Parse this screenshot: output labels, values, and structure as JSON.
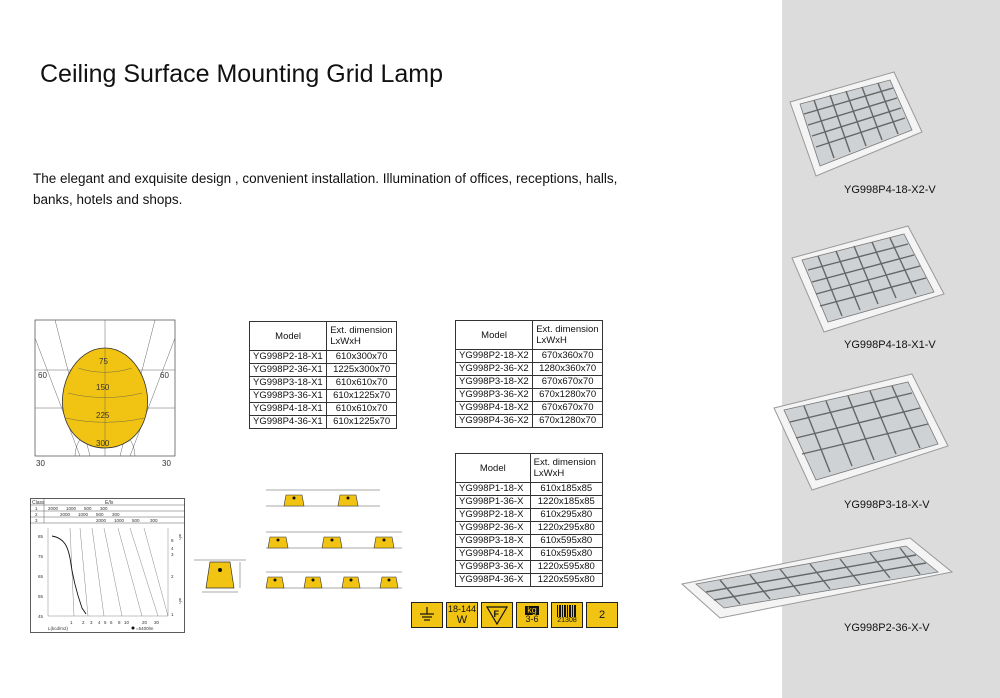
{
  "page": {
    "title": "Ceiling Surface Mounting Grid Lamp",
    "description": "The elegant and exquisite design , convenient installation. Illumination of offices, receptions, halls, banks, hotels and shops."
  },
  "table_x1": {
    "header_model": "Model",
    "header_dim": "Ext. dimension",
    "header_dim_sub": "LxWxH",
    "rows": [
      [
        "YG998P2-18-X1",
        "610x300x70"
      ],
      [
        "YG998P2-36-X1",
        "1225x300x70"
      ],
      [
        "YG998P3-18-X1",
        "610x610x70"
      ],
      [
        "YG998P3-36-X1",
        "610x1225x70"
      ],
      [
        "YG998P4-18-X1",
        "610x610x70"
      ],
      [
        "YG998P4-36-X1",
        "610x1225x70"
      ]
    ]
  },
  "table_x2": {
    "header_model": "Model",
    "header_dim": "Ext. dimension",
    "header_dim_sub": "LxWxH",
    "rows": [
      [
        "YG998P2-18-X2",
        "670x360x70"
      ],
      [
        "YG998P2-36-X2",
        "1280x360x70"
      ],
      [
        "YG998P3-18-X2",
        "670x670x70"
      ],
      [
        "YG998P3-36-X2",
        "670x1280x70"
      ],
      [
        "YG998P4-18-X2",
        "670x670x70"
      ],
      [
        "YG998P4-36-X2",
        "670x1280x70"
      ]
    ]
  },
  "table_x": {
    "header_model": "Model",
    "header_dim": "Ext. dimension",
    "header_dim_sub": "LxWxH",
    "rows": [
      [
        "YG998P1-18-X",
        "610x185x85"
      ],
      [
        "YG998P1-36-X",
        "1220x185x85"
      ],
      [
        "YG998P2-18-X",
        "610x295x80"
      ],
      [
        "YG998P2-36-X",
        "1220x295x80"
      ],
      [
        "YG998P3-18-X",
        "610x595x80"
      ],
      [
        "YG998P4-18-X",
        "610x595x80"
      ],
      [
        "YG998P3-36-X",
        "1220x595x80"
      ],
      [
        "YG998P4-36-X",
        "1220x595x80"
      ]
    ]
  },
  "polar": {
    "ring_labels": [
      "75",
      "150",
      "225",
      "300"
    ],
    "angle_left_top": "60",
    "angle_right_top": "60",
    "angle_left_bottom": "30",
    "angle_right_bottom": "30"
  },
  "lux_chart": {
    "header_class": "Class",
    "header_e": "E/lx",
    "rows": [
      [
        "1",
        "2000",
        "1000",
        "500",
        "300"
      ],
      [
        "2",
        "2000",
        "1000",
        "500",
        "300"
      ],
      [
        "3",
        "2000",
        "1000",
        "500",
        "300"
      ]
    ],
    "y_ticks": [
      "85",
      "75",
      "65",
      "55",
      "45"
    ],
    "x_ticks": [
      "1",
      "2",
      "3",
      "4",
      "5",
      "6",
      "8",
      "10",
      "20",
      "30"
    ],
    "x_label": "L(kcd/m2)",
    "lumen_note": "=5400lm",
    "r_ticks": [
      "8",
      "4",
      "3",
      "2",
      "1"
    ],
    "r_label_top": "a/h",
    "r_label_bottom": "a/h"
  },
  "badges": {
    "wattage_top": "18-144",
    "wattage_bottom": "W",
    "f_mark": "F",
    "weight_top": "kg",
    "weight_bottom": "3-6",
    "code": "21308",
    "box_count": "2"
  },
  "products": [
    {
      "label": "YG998P4-18-X2-V"
    },
    {
      "label": "YG998P4-18-X1-V"
    },
    {
      "label": "YG998P3-18-X-V"
    },
    {
      "label": "YG998P2-36-X-V"
    }
  ],
  "colors": {
    "accent_yellow": "#f1c312",
    "sidebar_gray": "#dcdcdc"
  }
}
